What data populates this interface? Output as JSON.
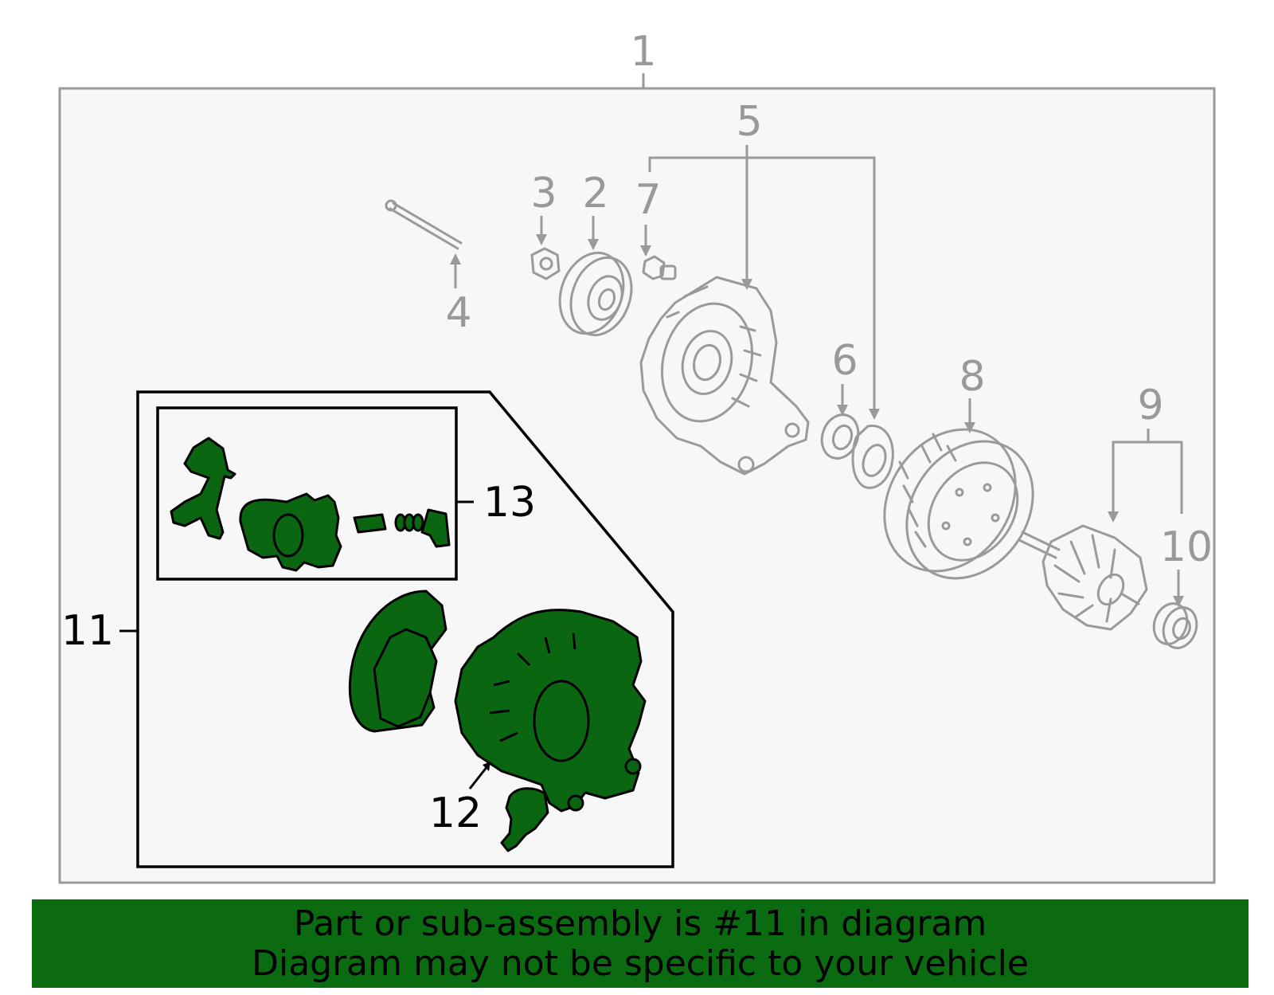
{
  "callouts": {
    "c1": "1",
    "c2": "2",
    "c3": "3",
    "c4": "4",
    "c5": "5",
    "c6": "6",
    "c7": "7",
    "c8": "8",
    "c9": "9",
    "c10": "10",
    "c11": "11",
    "c12": "12",
    "c13": "13"
  },
  "colors": {
    "banner_bg": "#0a6b11",
    "part_highlight": "#0b6612",
    "outline_gray": "#9a9a9a",
    "panel_bg": "#f7f7f7"
  },
  "banner": {
    "line1": "Part or sub-assembly is #11 in diagram",
    "line2": "Diagram may not be specific to your vehicle"
  }
}
